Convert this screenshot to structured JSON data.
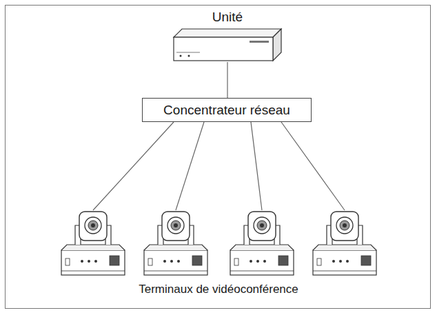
{
  "diagram": {
    "nodes": [
      {
        "text": [
          "Unité"
        ]
      },
      {
        "text": [
          "Concentrateur réseau"
        ]
      }
    ],
    "edges": [
      {
        "from": 0,
        "to": 1,
        "arrow": "none"
      }
    ],
    "labels": [
      "Terminaux de vidéoconférence"
    ]
  }
}
